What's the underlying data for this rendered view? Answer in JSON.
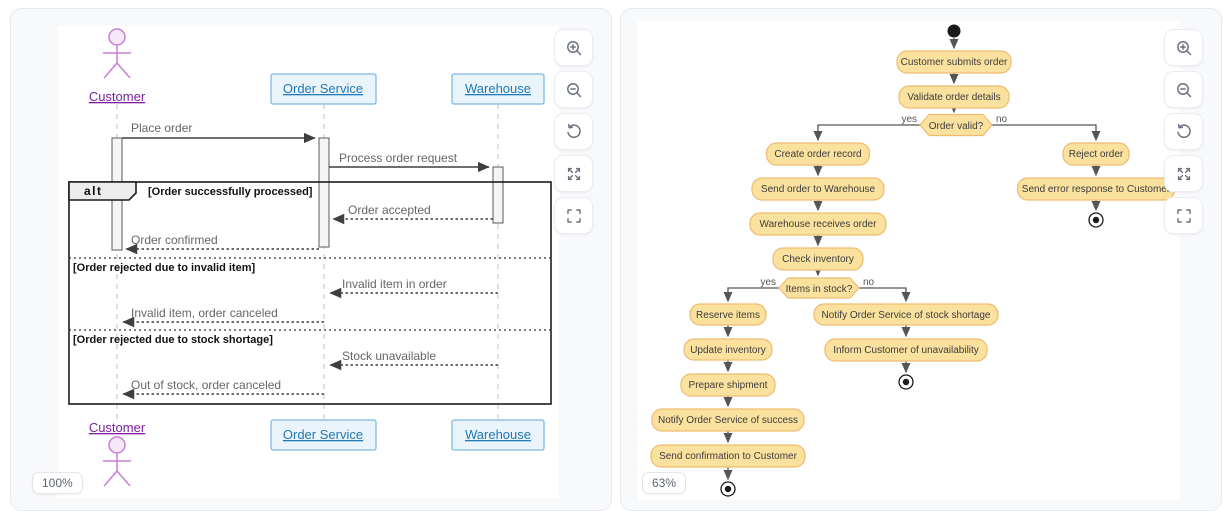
{
  "left_panel": {
    "zoom_badge": "100%",
    "toolbar_icons": [
      "zoom-in",
      "zoom-out",
      "reset-view",
      "expand",
      "fullscreen"
    ],
    "sequence": {
      "actor": "Customer",
      "participants": [
        "Order Service",
        "Warehouse"
      ],
      "fragment": {
        "operator": "alt",
        "conditions": [
          "[Order successfully processed]",
          "[Order rejected due to invalid item]",
          "[Order rejected due to stock shortage]"
        ]
      },
      "messages": [
        "Place order",
        "Process order request",
        "Order accepted",
        "Order confirmed",
        "Invalid item in order",
        "Invalid item, order canceled",
        "Stock unavailable",
        "Out of stock, order canceled"
      ]
    }
  },
  "right_panel": {
    "zoom_badge": "63%",
    "toolbar_icons": [
      "zoom-in",
      "zoom-out",
      "reset-view",
      "expand",
      "fullscreen"
    ],
    "activity": {
      "nodes": [
        "Customer submits order",
        "Validate order details",
        "Create order record",
        "Send order to Warehouse",
        "Warehouse receives order",
        "Check inventory",
        "Reserve items",
        "Update inventory",
        "Prepare shipment",
        "Notify Order Service of success",
        "Send confirmation to Customer",
        "Notify Order Service of stock shortage",
        "Inform Customer of unavailability",
        "Reject order",
        "Send error response to Customer"
      ],
      "decisions": [
        "Order valid?",
        "Items in stock?"
      ],
      "yes_label": "yes",
      "no_label": "no"
    }
  },
  "colors": {
    "activity_node_fill": "#FBE19E",
    "activity_node_border": "#EDBC72",
    "participant_fill": "#EAF4FB",
    "participant_border": "#7FB9E2",
    "participant_text": "#2277B5",
    "actor_stroke": "#C77FD6",
    "actor_text": "#7B1FA2"
  }
}
